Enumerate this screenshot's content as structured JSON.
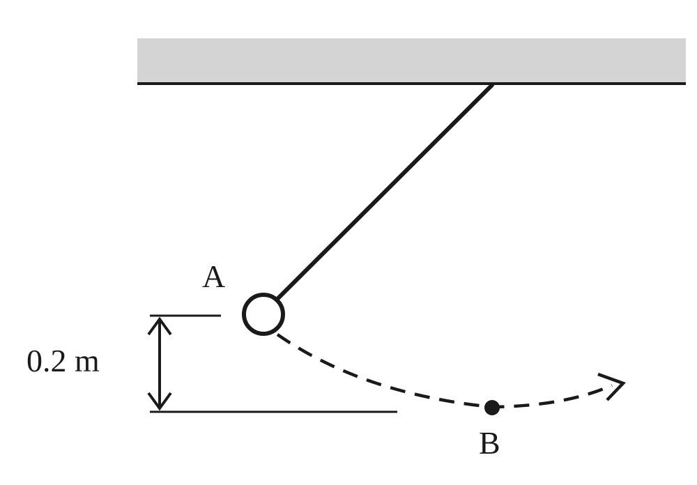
{
  "labels": {
    "point_a": "A",
    "point_b": "B",
    "height": "0.2 m"
  },
  "colors": {
    "ceiling_fill": "#d4d4d4",
    "ink": "#1a1a1a"
  }
}
